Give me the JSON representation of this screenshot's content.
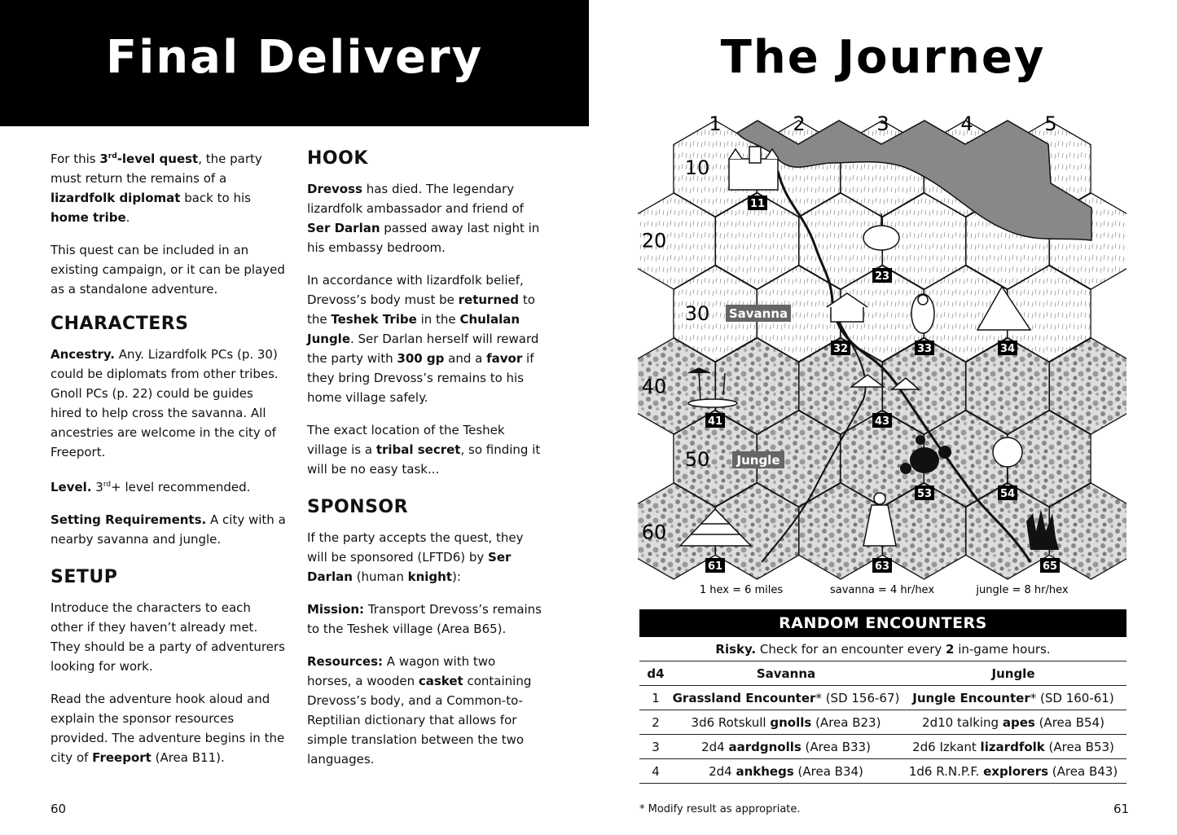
{
  "left": {
    "title": "Final Delivery",
    "intro": {
      "p1_a": "For this ",
      "p1_b": "3",
      "p1_c": "rd",
      "p1_d": "-level quest",
      "p1_e": ", the party must return the remains of a ",
      "p1_f": "lizardfolk diplomat",
      "p1_g": " back to his ",
      "p1_h": "home tribe",
      "p1_i": ".",
      "p2": "This quest can be included in an existing campaign, or it can be played as a standalone adventure."
    },
    "characters": {
      "heading": "CHARACTERS",
      "ancestry_label": "Ancestry.",
      "ancestry_text": " Any. Lizardfolk PCs (p. 30) could be diplomats from other tribes. Gnoll PCs (p. 22) could be guides hired to help cross the savanna. All ancestries are welcome in the city of Freeport.",
      "level_label": "Level.",
      "level_a": " 3",
      "level_sup": "rd",
      "level_b": "+ level recommended.",
      "setting_label": "Setting Requirements.",
      "setting_text": " A city with a nearby savanna and jungle."
    },
    "setup": {
      "heading": "SETUP",
      "p1": "Introduce the characters to each other if they haven’t already met. They should be a party of adventurers looking for work.",
      "p2_a": "Read the adventure hook aloud and explain the sponsor resources provided. The adventure begins in the city of ",
      "p2_b": "Freeport",
      "p2_c": " (Area B11)."
    },
    "hook": {
      "heading": "HOOK",
      "p1_a": "Drevoss",
      "p1_b": " has died. The legendary lizardfolk ambassador and friend of ",
      "p1_c": "Ser Darlan",
      "p1_d": " passed away last night in his embassy bedroom.",
      "p2_a": "In accordance with lizardfolk belief, Drevoss’s body must be ",
      "p2_b": "returned",
      "p2_c": " to the ",
      "p2_d": "Teshek Tribe",
      "p2_e": " in the ",
      "p2_f": "Chulalan Jungle",
      "p2_g": ". Ser Darlan herself will reward the party with ",
      "p2_h": "300 gp",
      "p2_i": " and a ",
      "p2_j": "favor",
      "p2_k": " if they bring Drevoss’s remains to his home village safely.",
      "p3_a": "The exact location of the Teshek village is a ",
      "p3_b": "tribal secret",
      "p3_c": ", so finding it will be no easy task..."
    },
    "sponsor": {
      "heading": "SPONSOR",
      "p1_a": "If the party accepts the quest, they will be sponsored (LFTD6) by ",
      "p1_b": "Ser Darlan",
      "p1_c": " (human ",
      "p1_d": "knight",
      "p1_e": "):",
      "mission_label": "Mission:",
      "mission_text": " Transport Drevoss’s remains to the Teshek village (Area B65).",
      "res_label": "Resources:",
      "res_a": " A wagon with two horses, a wooden ",
      "res_b": "casket",
      "res_c": " containing Drevoss’s body, and a Common-to-Reptilian dictionary that allows for simple translation between the two languages."
    },
    "page_number": "60"
  },
  "right": {
    "title": "The Journey",
    "map": {
      "col_labels": [
        "1",
        "2",
        "3",
        "4",
        "5"
      ],
      "row_labels": [
        "10",
        "20",
        "30",
        "40",
        "50",
        "60"
      ],
      "terrain_labels": {
        "savanna": "Savanna",
        "jungle": "Jungle"
      },
      "hex_numbers": [
        "11",
        "23",
        "32",
        "33",
        "34",
        "41",
        "43",
        "53",
        "54",
        "61",
        "63",
        "65"
      ],
      "scale": "1 hex = 6 miles",
      "savanna_speed": "savanna = 4 hr/hex",
      "jungle_speed": "jungle = 8 hr/hex"
    },
    "encounters": {
      "heading": "RANDOM ENCOUNTERS",
      "risk_label": "Risky.",
      "risk_a": " Check for an encounter every ",
      "risk_b": "2",
      "risk_c": " in-game hours.",
      "col_d4": "d4",
      "col_savanna": "Savanna",
      "col_jungle": "Jungle",
      "rows": [
        {
          "d": "1",
          "s_b": "Grassland Encounter",
          "s_a": "* (SD 156-67)",
          "j_b": "Jungle Encounter",
          "j_a": "* (SD 160-61)"
        },
        {
          "d": "2",
          "s_pre": "3d6 Rotskull ",
          "s_b": "gnolls",
          "s_a": " (Area B23)",
          "j_pre": "2d10 talking ",
          "j_b": "apes",
          "j_a": " (Area B54)"
        },
        {
          "d": "3",
          "s_pre": "2d4 ",
          "s_b": "aardgnolls",
          "s_a": " (Area B33)",
          "j_pre": "2d6 Izkant ",
          "j_b": "lizardfolk",
          "j_a": " (Area B53)"
        },
        {
          "d": "4",
          "s_pre": "2d4 ",
          "s_b": "ankhegs",
          "s_a": " (Area B34)",
          "j_pre": "1d6 R.N.P.F. ",
          "j_b": "explorers",
          "j_a": " (Area B43)"
        }
      ]
    },
    "footnote": "* Modify result as appropriate.",
    "page_number": "61"
  }
}
